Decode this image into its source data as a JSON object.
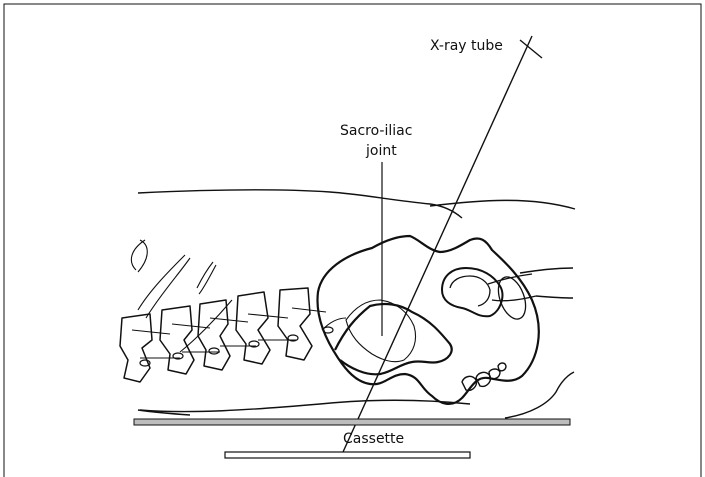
{
  "labels": {
    "xray_tube": "X-ray tube",
    "sacro_iliac_line1": "Sacro-iliac",
    "sacro_iliac_line2": "joint",
    "cassette": "Cassette"
  },
  "colors": {
    "stroke": "#111111",
    "table_fill": "#bdbdbd",
    "background": "#ffffff"
  }
}
